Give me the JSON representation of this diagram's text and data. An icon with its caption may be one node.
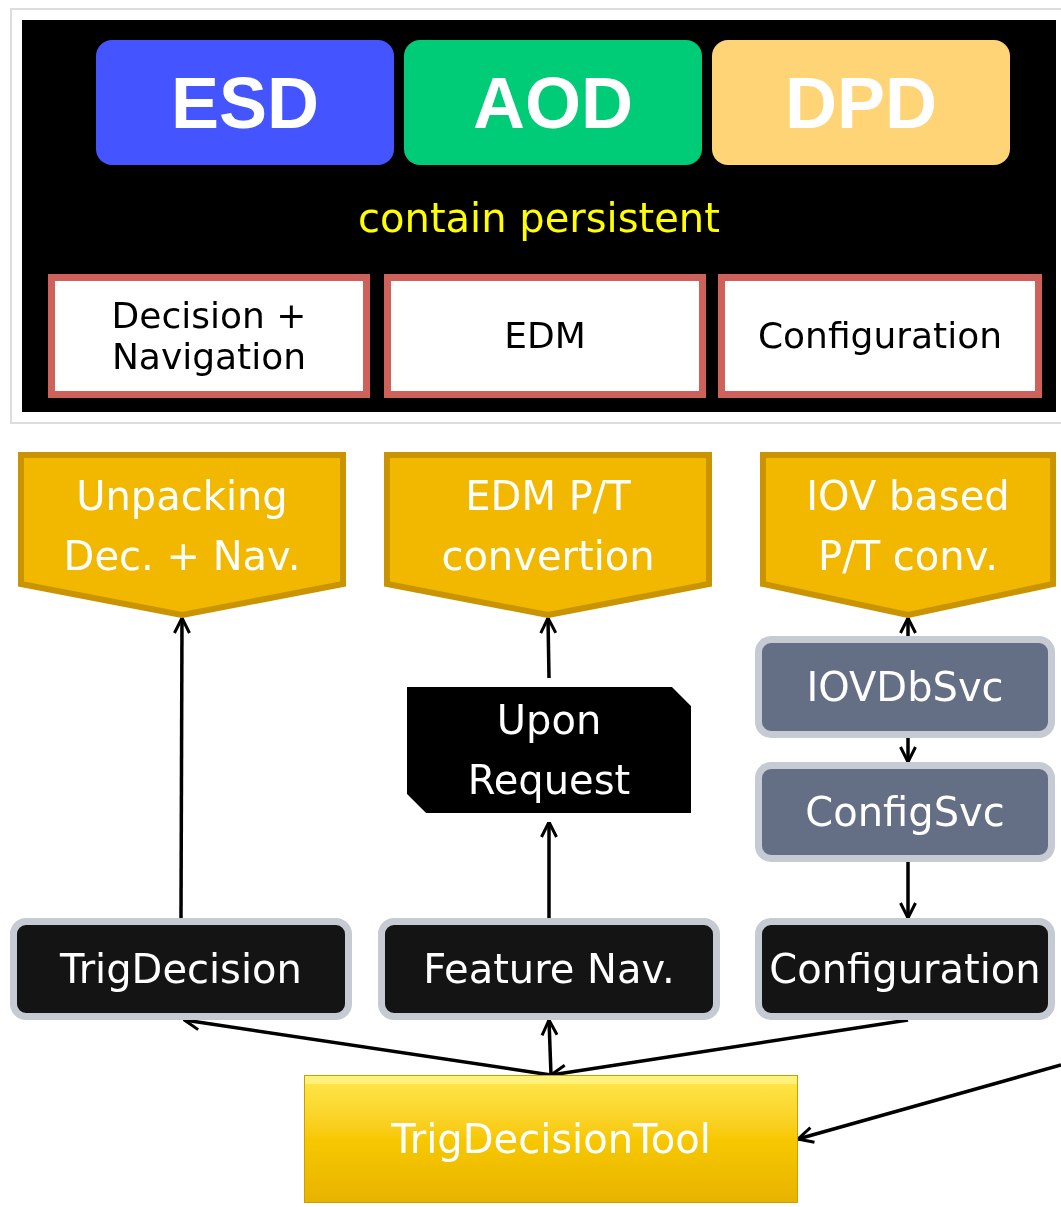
{
  "diagram": {
    "nodes": [
      {
        "text": [
          "contain persistent"
        ]
      },
      {
        "text": [
          "ESD"
        ],
        "in": 0
      },
      {
        "text": [
          "AOD"
        ],
        "in": 0
      },
      {
        "text": [
          "DPD"
        ],
        "in": 0
      },
      {
        "text": [
          "Decision + Navigation"
        ],
        "in": 0
      },
      {
        "text": [
          "EDM"
        ],
        "in": 0
      },
      {
        "text": [
          "Configuration"
        ],
        "in": 0
      },
      {
        "text": [
          "Unpacking Dec. + Nav."
        ]
      },
      {
        "text": [
          "EDM P/T convertion"
        ]
      },
      {
        "text": [
          "IOV based P/T conv."
        ]
      },
      {
        "text": [
          "Upon Request"
        ]
      },
      {
        "text": [
          "IOVDbSvc"
        ]
      },
      {
        "text": [
          "ConfigSvc"
        ]
      },
      {
        "text": [
          "TrigDecision"
        ]
      },
      {
        "text": [
          "Feature Nav."
        ]
      },
      {
        "text": [
          "Configuration"
        ]
      },
      {
        "text": [
          "TrigDecisionTool"
        ]
      }
    ],
    "edges": [
      {
        "from": 13,
        "to": 7,
        "arrow": "to"
      },
      {
        "from": 10,
        "to": 8,
        "arrow": "to"
      },
      {
        "from": 14,
        "to": 10,
        "arrow": "to"
      },
      {
        "from": 11,
        "to": 9,
        "arrow": "to"
      },
      {
        "from": 11,
        "to": 12,
        "arrow": "to"
      },
      {
        "from": 12,
        "to": 15,
        "arrow": "to"
      },
      {
        "from": 16,
        "to": 13,
        "arrow": "to"
      },
      {
        "from": 16,
        "to": 14,
        "arrow": "to"
      },
      {
        "from": 15,
        "to": 16,
        "arrow": "to"
      },
      {
        "from": null,
        "to": 16,
        "arrow": "to"
      }
    ]
  }
}
